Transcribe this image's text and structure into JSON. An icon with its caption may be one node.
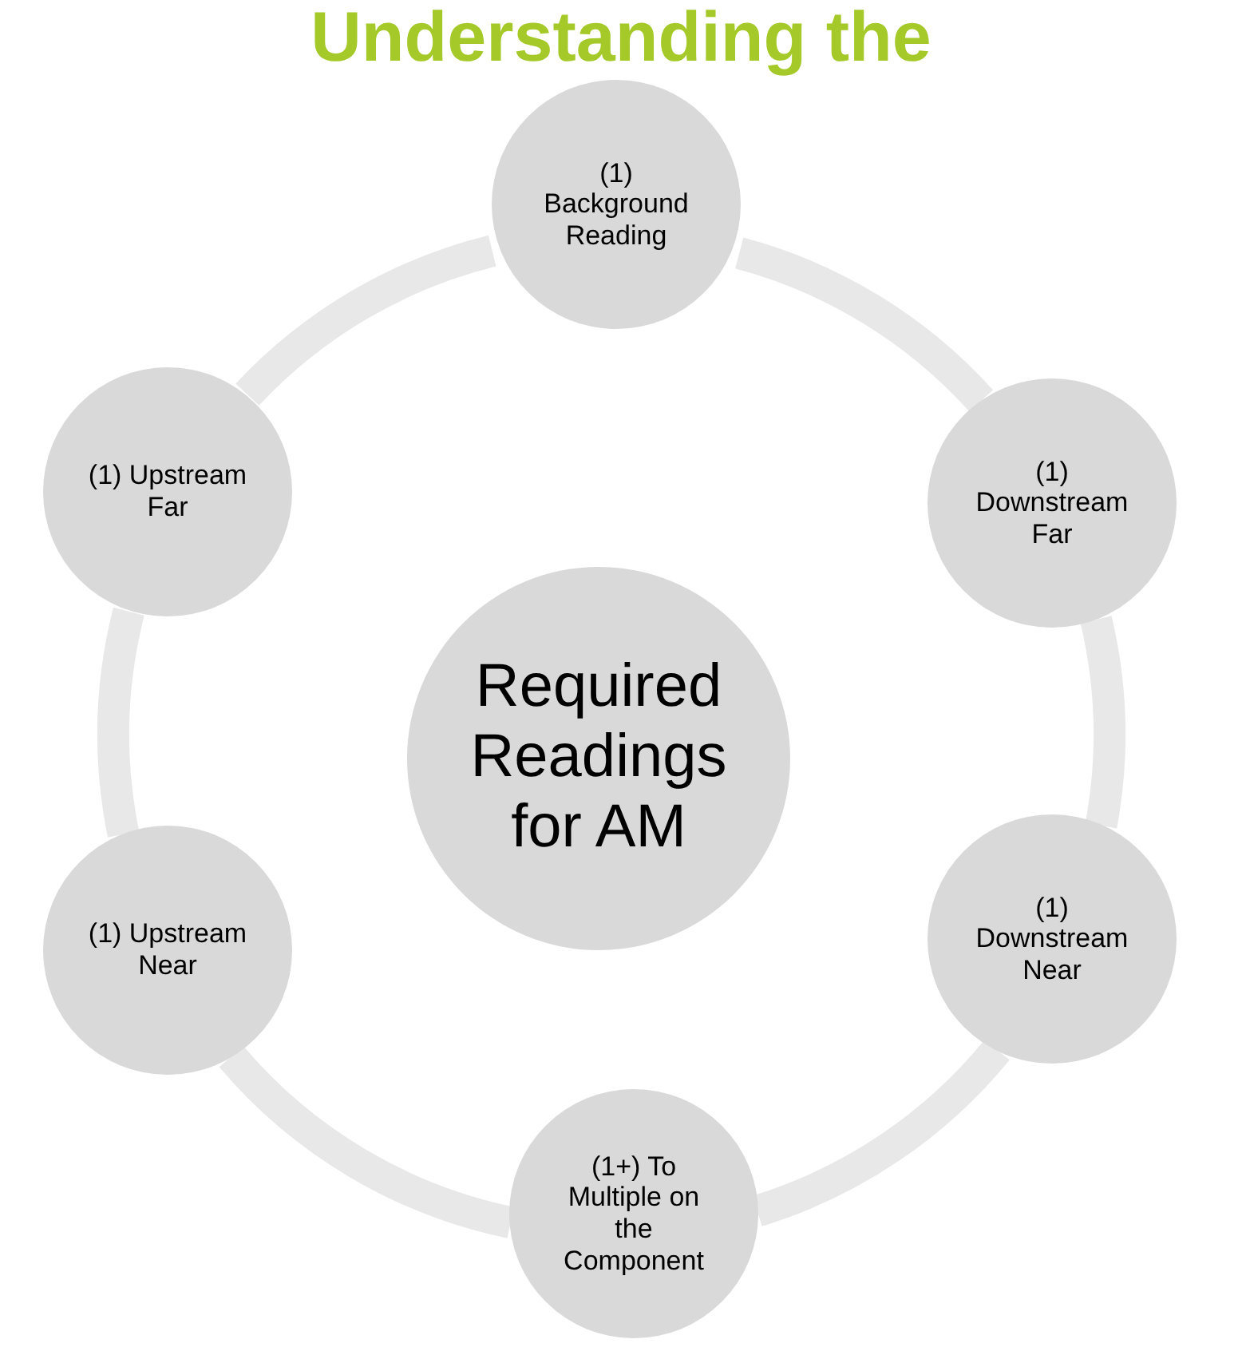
{
  "diagram": {
    "title": "Understanding the",
    "nodes": [
      {
        "text": [
          "(1) Background Reading"
        ]
      },
      {
        "text": [
          "(1) Downstream Far"
        ]
      },
      {
        "text": [
          "(1) Downstream Near"
        ]
      },
      {
        "text": [
          "(1+) To Multiple on the Component"
        ]
      },
      {
        "text": [
          "(1) Upstream Near"
        ]
      },
      {
        "text": [
          "(1) Upstream Far"
        ]
      },
      {
        "text": [
          "Required Readings for AM"
        ]
      }
    ],
    "edges": [
      {
        "from": 0,
        "to": 1,
        "arrow": "none"
      },
      {
        "from": 1,
        "to": 2,
        "arrow": "none"
      },
      {
        "from": 2,
        "to": 3,
        "arrow": "none"
      },
      {
        "from": 3,
        "to": 4,
        "arrow": "none"
      },
      {
        "from": 4,
        "to": 5,
        "arrow": "none"
      },
      {
        "from": 5,
        "to": 0,
        "arrow": "none"
      }
    ]
  }
}
